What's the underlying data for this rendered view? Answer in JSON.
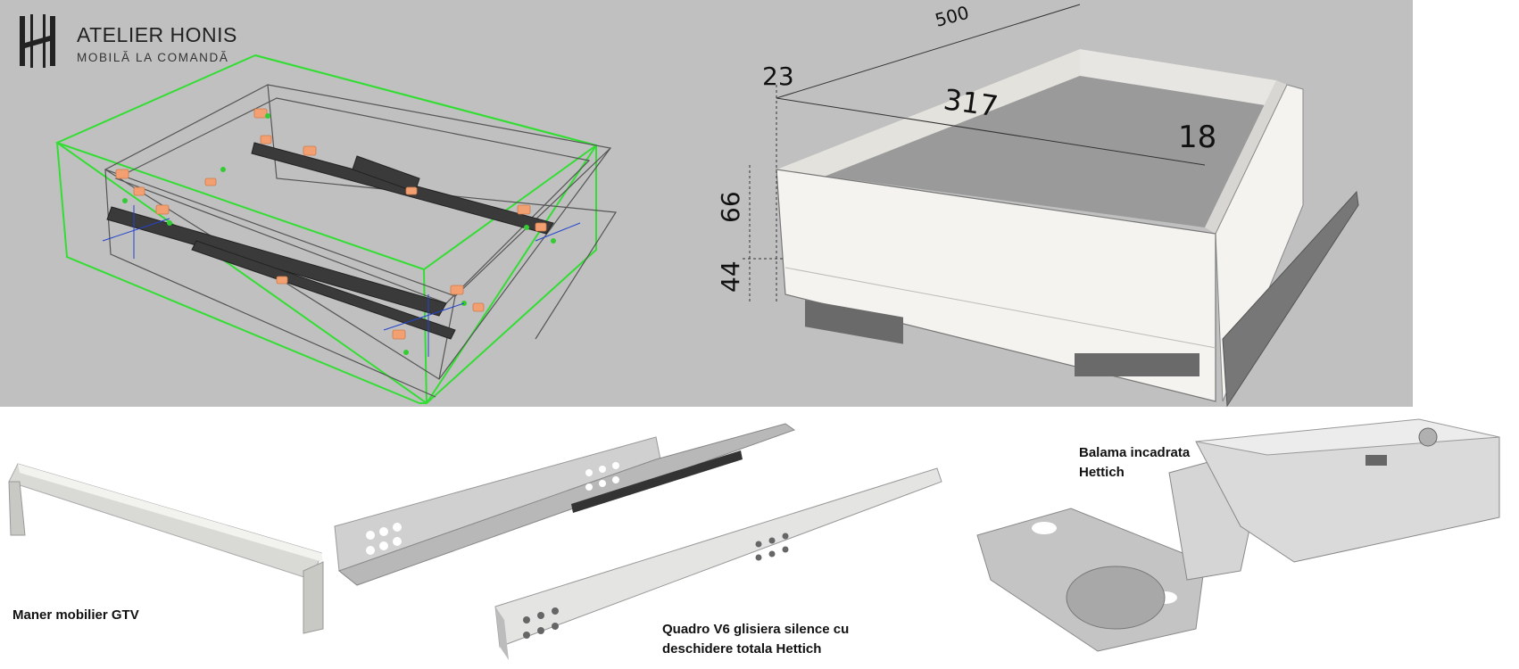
{
  "logo": {
    "name": "ATELIER HONIS",
    "tagline": "MOBILĂ LA COMANDĂ"
  },
  "drawing": {
    "dimensions": {
      "length": "500",
      "front_width": "317",
      "side_offset": "23",
      "panel_thickness": "18",
      "height_upper": "66",
      "height_lower": "44"
    }
  },
  "products": {
    "handle": "Maner mobilier GTV",
    "slide_line1": "Quadro V6 glisiera silence cu",
    "slide_line2": "deschidere totala Hettich",
    "hinge_line1": "Balama incadrata",
    "hinge_line2": "Hettich"
  },
  "colors": {
    "background_panel": "#c0c0c0",
    "wireframe_green": "#33dd33",
    "wireframe_dark": "#444444",
    "accent_orange": "#f2a072",
    "accent_blue": "#2244cc",
    "metal": "#c9c9c9"
  }
}
